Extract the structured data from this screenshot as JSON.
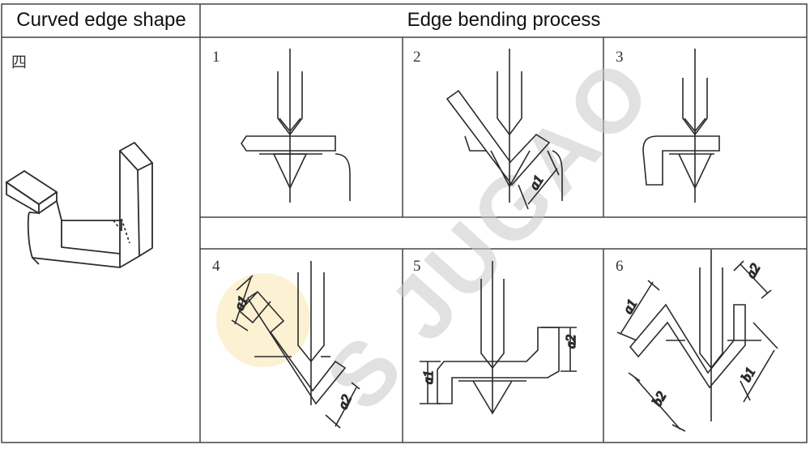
{
  "table": {
    "header_left": "Curved edge shape",
    "header_right": "Edge bending process",
    "shape_label": "四"
  },
  "steps": [
    {
      "number": "1",
      "dims": []
    },
    {
      "number": "2",
      "dims": [
        "a1"
      ]
    },
    {
      "number": "3",
      "dims": []
    },
    {
      "number": "4",
      "dims": [
        "a1",
        "a2"
      ]
    },
    {
      "number": "5",
      "dims": [
        "a1",
        "a2"
      ]
    },
    {
      "number": "6",
      "dims": [
        "a1",
        "a2",
        "b1",
        "b2"
      ]
    }
  ],
  "watermark": {
    "text": "JUGAO",
    "mark": "S"
  },
  "colors": {
    "line": "#2b2b2b",
    "grid": "#444444",
    "watermark": "#c8c8c8",
    "logo": "#f5c64a"
  }
}
